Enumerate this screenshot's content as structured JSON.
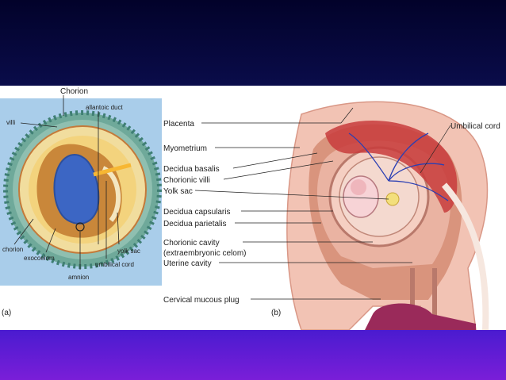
{
  "panel_a": {
    "label": "(a)",
    "labels": {
      "chorion_top": "Chorion",
      "allantoic_duct": "allantoic duct",
      "villi": "villi",
      "chorion_bottom": "chorion",
      "exocoelom": "exocoelom",
      "yolk_sac": "yolk sac",
      "umbilical_cord": "umbilical cord",
      "amnion": "amnion"
    }
  },
  "panel_b": {
    "label": "(b)",
    "labels": {
      "placenta": "Placenta",
      "myometrium": "Myometrium",
      "decidua_basalis": "Decidua basalis",
      "chorionic_villi": "Chorionic villi",
      "yolk_sac": "Yolk sac",
      "decidua_capsularis": "Decidua capsularis",
      "decidua_parietalis": "Decidua parietalis",
      "chorionic_cavity_1": "Chorionic cavity",
      "chorionic_cavity_2": "(extraembryonic celom)",
      "uterine_cavity": "Uterine cavity",
      "cervical_mucous_plug": "Cervical mucous plug",
      "umbilical_cord": "Umbilical cord"
    }
  },
  "colors": {
    "top_band": "#05083a",
    "bottom_band": "#6a1dd6",
    "panel_a_bg": "#a9cdea",
    "panel_b_tissue": "#f2c3b4"
  }
}
